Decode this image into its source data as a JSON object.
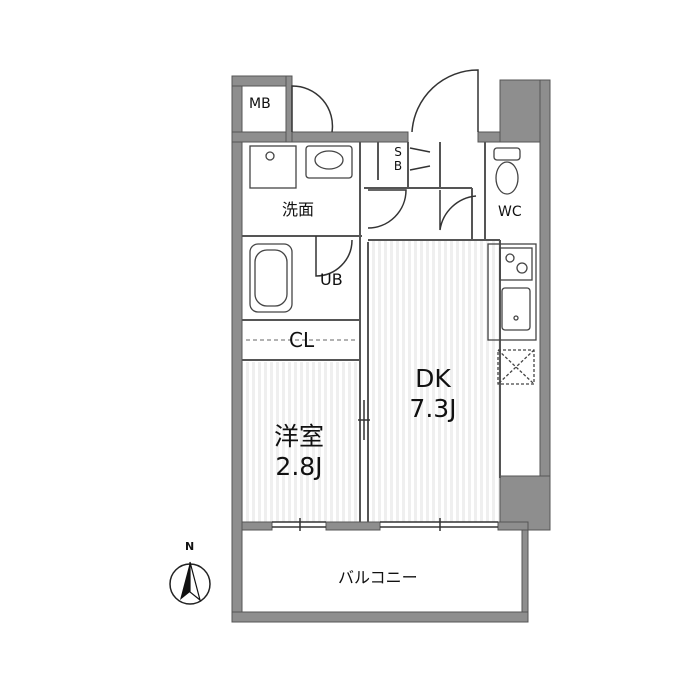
{
  "labels": {
    "mb": "MB",
    "sb_top": "S",
    "sb_bottom": "B",
    "washroom": "洗面",
    "wc": "WC",
    "ub": "UB",
    "cl": "CL",
    "dk_name": "DK",
    "dk_size": "7.3J",
    "western_name": "洋室",
    "western_size": "2.8J",
    "balcony": "バルコニー",
    "north": "N"
  },
  "colors": {
    "wall": "#8e8e8e",
    "line": "#555555",
    "floor_stripe": "#efefef",
    "text": "#111111"
  },
  "icons": {
    "compass": "north-arrow-icon",
    "sink": "sink-icon",
    "toilet": "toilet-icon",
    "bathtub": "bathtub-icon",
    "stove": "stove-icon",
    "kitchen_sink": "kitchen-sink-icon",
    "washer": "washing-machine-pan-icon"
  }
}
